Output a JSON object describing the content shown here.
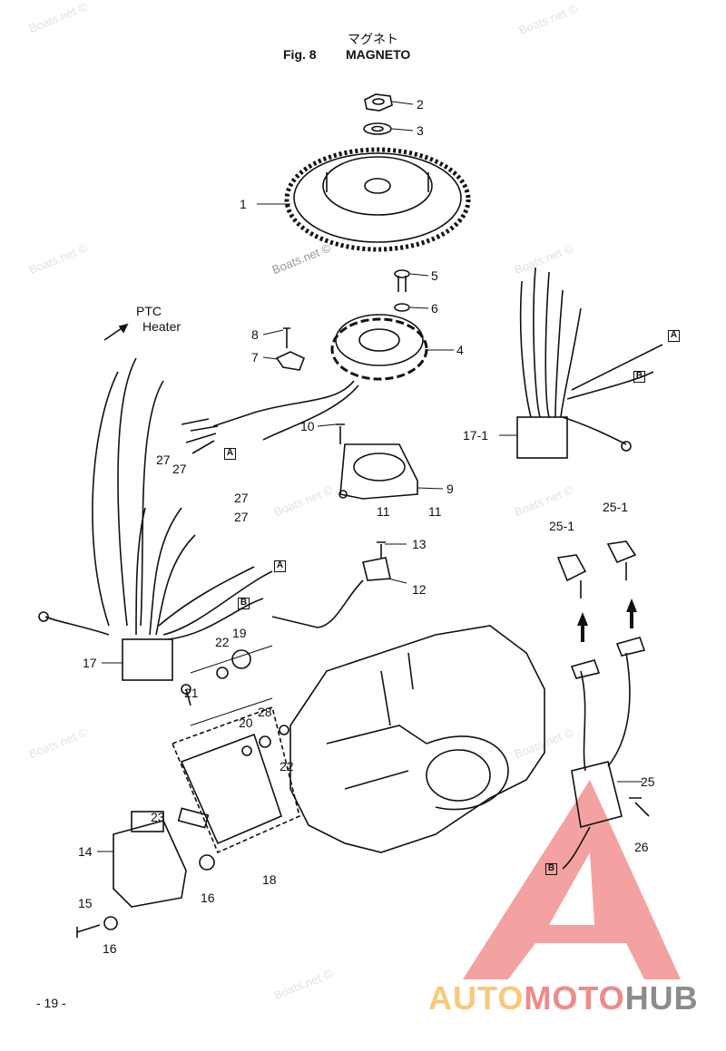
{
  "header": {
    "subtitle_jp": "マグネト",
    "figure": "Fig. 8",
    "title": "MAGNETO"
  },
  "annotation": {
    "ptc": "PTC",
    "heater": "Heater"
  },
  "callouts": {
    "c1": "1",
    "c2": "2",
    "c3": "3",
    "c4": "4",
    "c5": "5",
    "c6": "6",
    "c7": "7",
    "c8": "8",
    "c9": "9",
    "c10": "10",
    "c11a": "11",
    "c11b": "11",
    "c12": "12",
    "c13": "13",
    "c14": "14",
    "c15": "15",
    "c16a": "16",
    "c16b": "16",
    "c17": "17",
    "c17_1": "17-1",
    "c18": "18",
    "c19": "19",
    "c20": "20",
    "c21": "21",
    "c22a": "22",
    "c22b": "22",
    "c23": "23",
    "c25": "25",
    "c25_1a": "25-1",
    "c25_1b": "25-1",
    "c26": "26",
    "c27a": "27",
    "c27b": "27",
    "c27c": "27",
    "c27d": "27",
    "c28": "28"
  },
  "connectors": {
    "a": "A",
    "b": "B"
  },
  "watermark": "Boats.net ©",
  "logo": {
    "part1": "AUTO",
    "part2": "MOTO",
    "part3": "HUB",
    "color1": "#f9c97a",
    "color2": "#f08a8a",
    "color3": "#8c8c8c"
  },
  "footer": {
    "page": "- 19 -"
  }
}
